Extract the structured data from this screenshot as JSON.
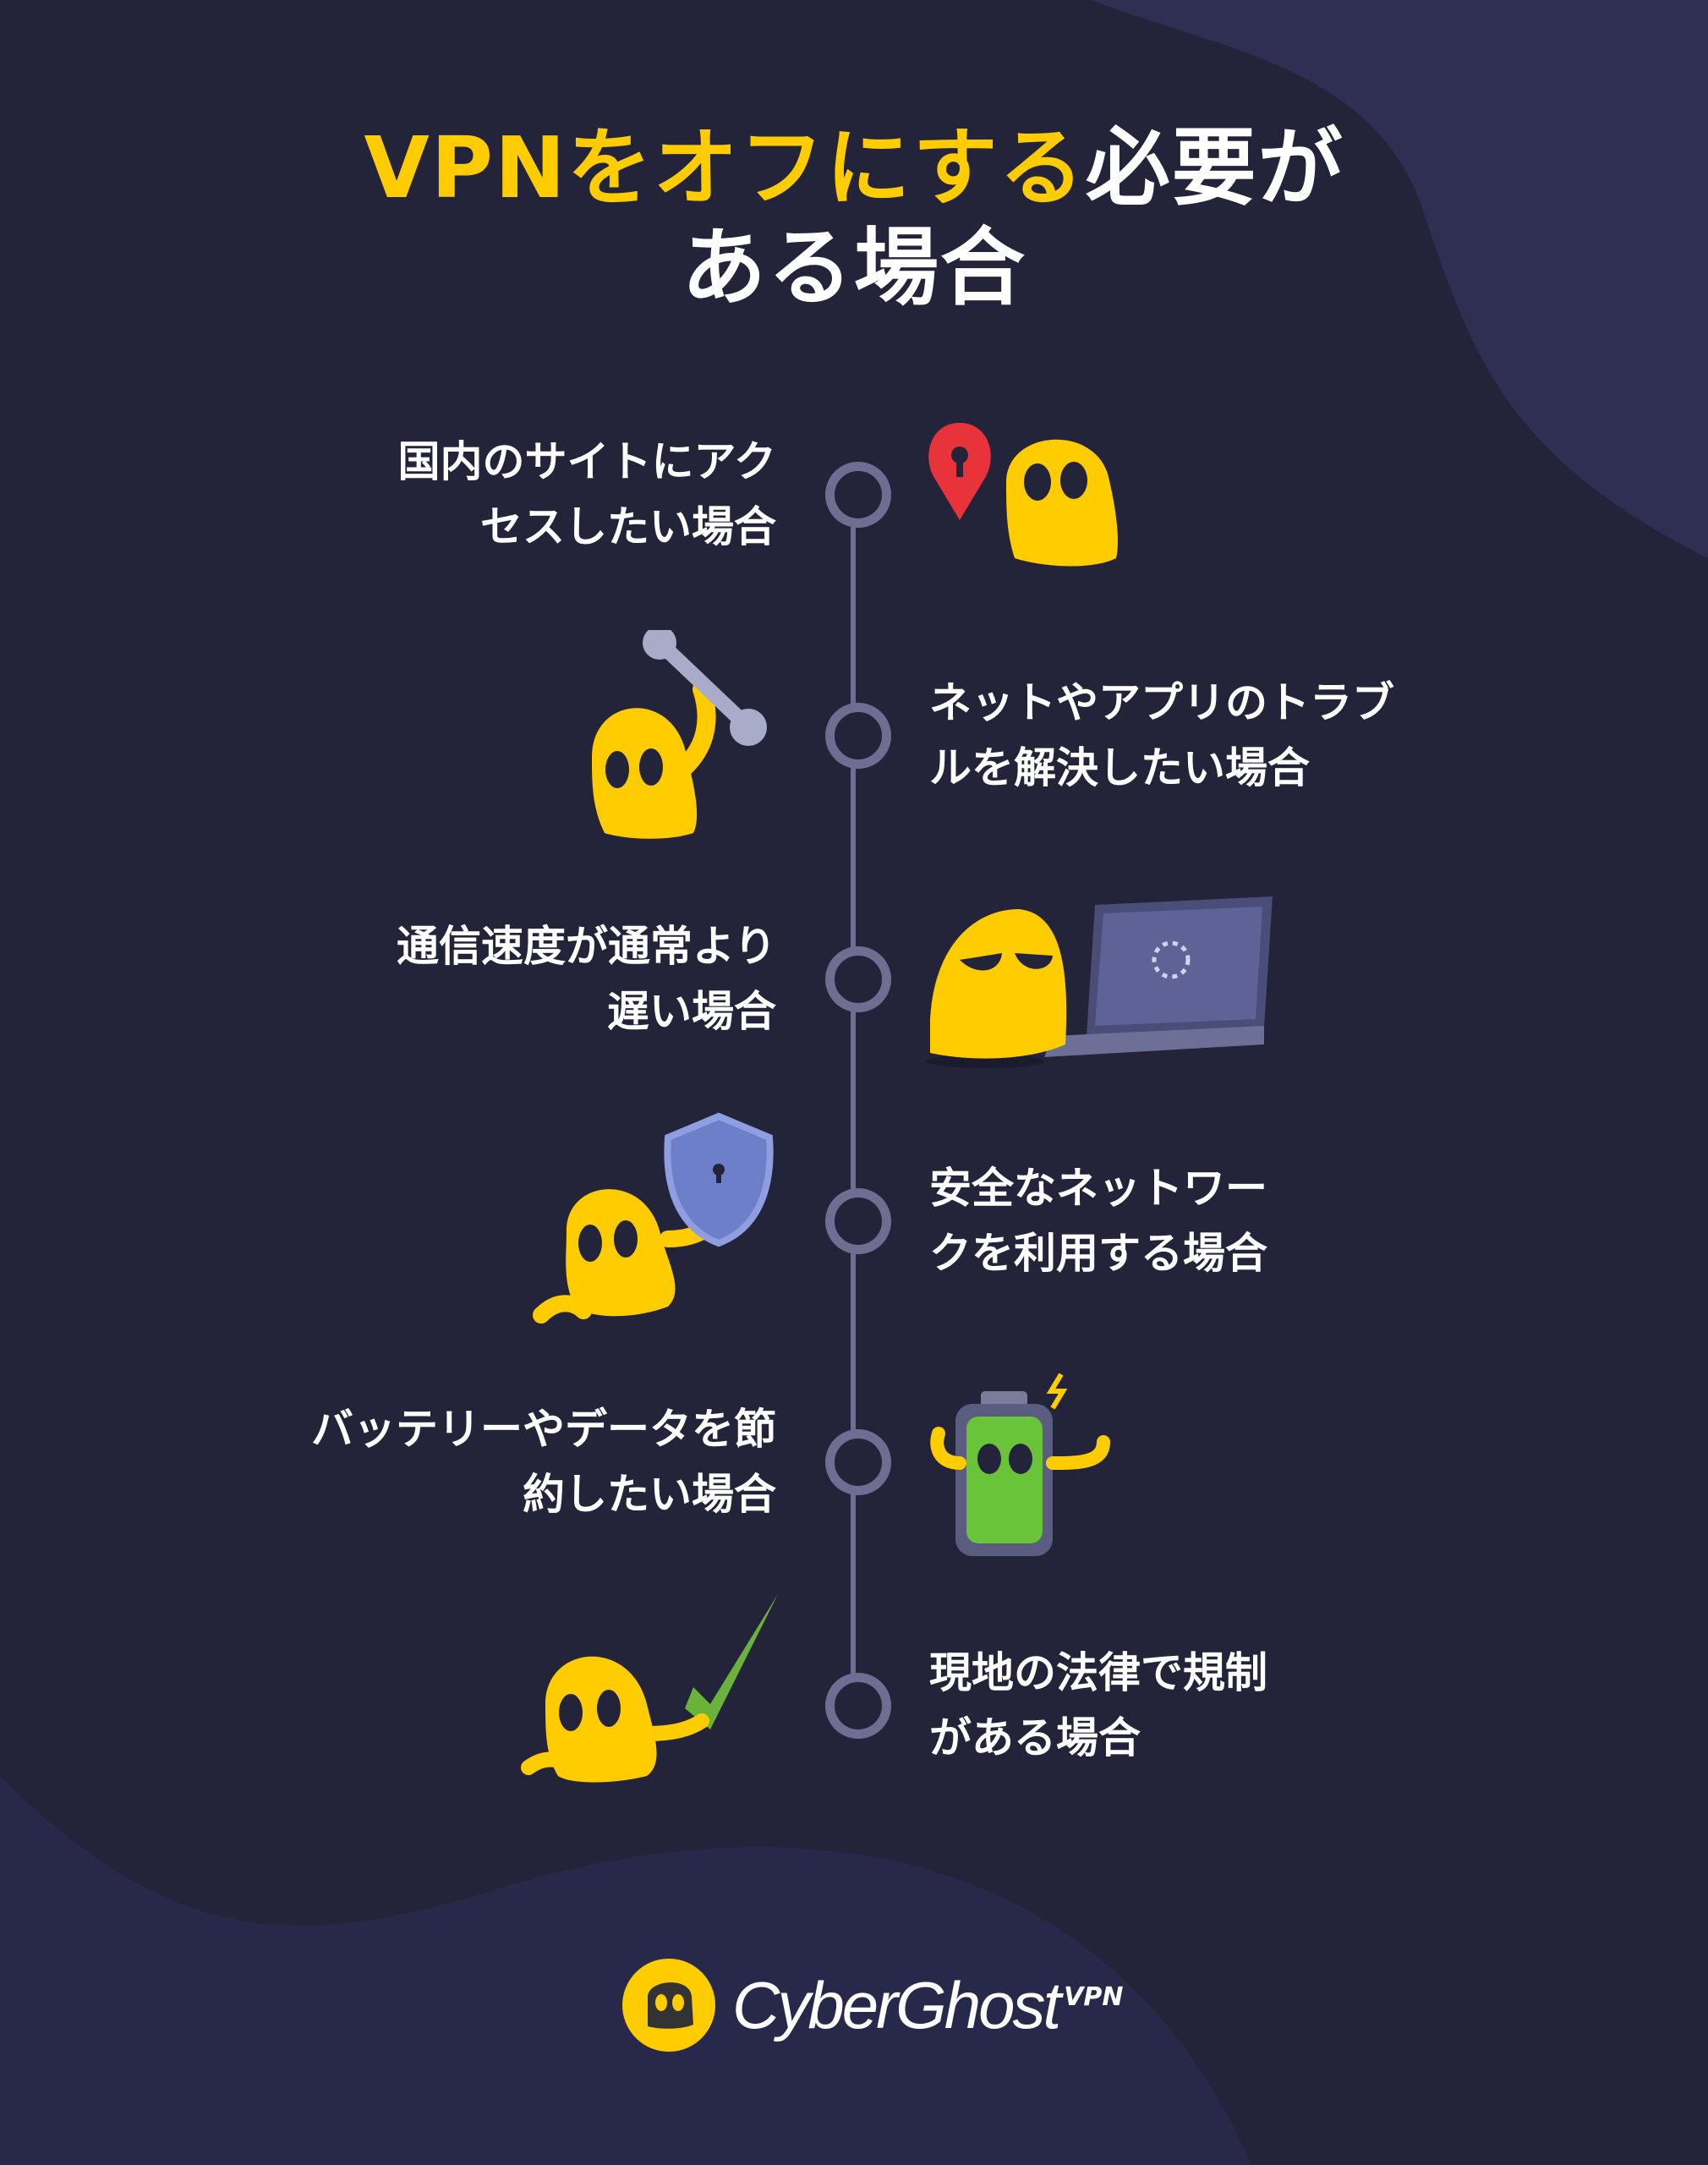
{
  "title": {
    "highlight": "VPNをオフにする",
    "rest_line1": "必要が",
    "line2": "ある場合"
  },
  "items": [
    {
      "side": "left",
      "lines": [
        "国内のサイトにアク",
        "セスしたい場合"
      ],
      "icon": "ghost-location-pin-icon"
    },
    {
      "side": "right",
      "lines": [
        "ネットやアプリのトラブ",
        "ルを解決したい場合"
      ],
      "icon": "ghost-wrench-icon"
    },
    {
      "side": "left",
      "lines": [
        "通信速度が通常より",
        "遅い場合"
      ],
      "icon": "ghost-laptop-icon"
    },
    {
      "side": "right",
      "lines": [
        "安全なネットワー",
        "クを利用する場合"
      ],
      "icon": "ghost-shield-icon"
    },
    {
      "side": "left",
      "lines": [
        "バッテリーやデータを節",
        "約したい場合"
      ],
      "icon": "battery-ghost-icon"
    },
    {
      "side": "right",
      "lines": [
        "現地の法律で規制",
        "がある場合"
      ],
      "icon": "ghost-checkmark-icon"
    }
  ],
  "logo": {
    "name": "CyberGhost",
    "suffix": "VPN"
  },
  "colors": {
    "background": "#23243a",
    "blob": "#2e2f52",
    "accent": "#ffcc00",
    "timeline": "#6d6e92"
  }
}
